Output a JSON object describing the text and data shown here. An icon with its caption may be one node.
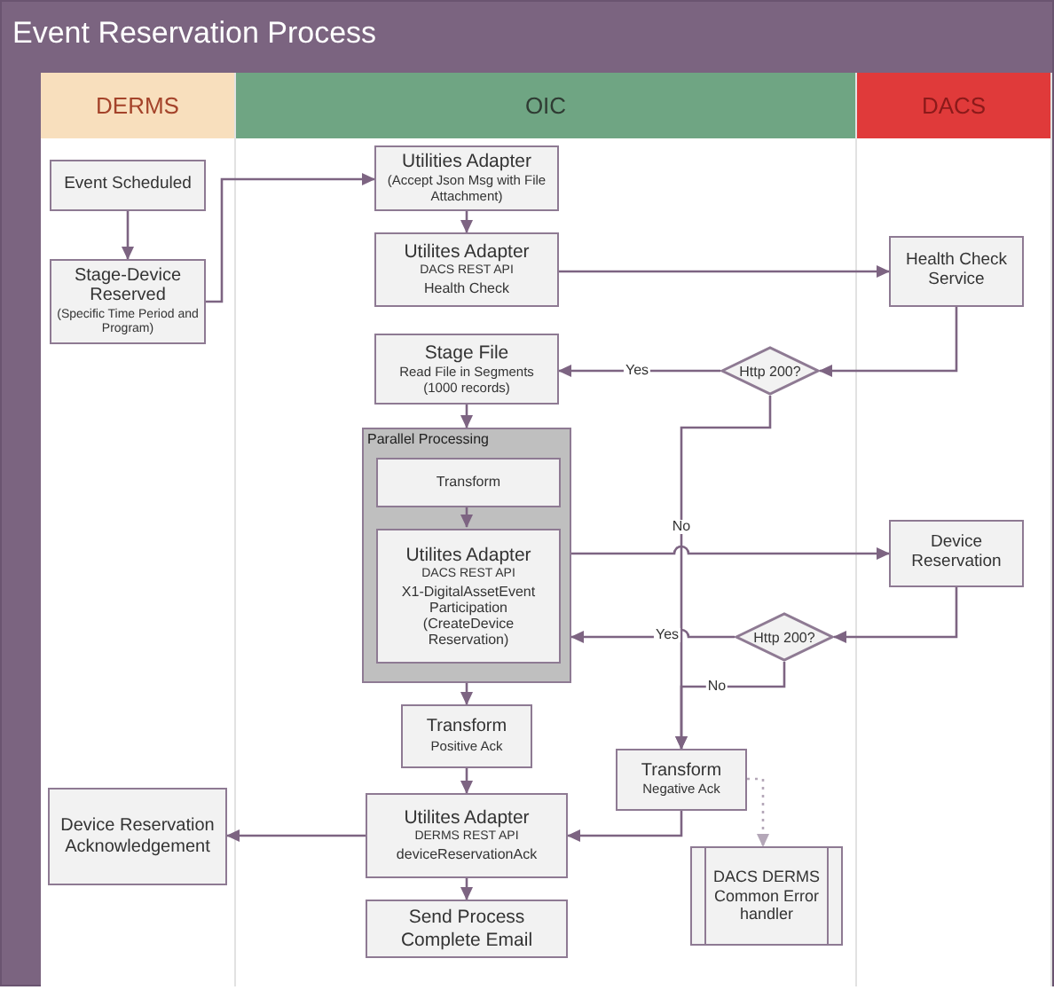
{
  "diagram": {
    "title": "Event Reservation Process",
    "nodes": [
      {
        "text": [
          "DERMS"
        ]
      },
      {
        "text": [
          "OIC"
        ]
      },
      {
        "text": [
          "DACS"
        ]
      },
      {
        "text": [
          "Event Scheduled"
        ],
        "in": 0
      },
      {
        "text": [
          "Stage-Device Reserved",
          "(Specific Time Period and Program)"
        ],
        "in": 0
      },
      {
        "text": [
          "Utilities Adapter",
          "(Accept Json Msg with File Attachment)"
        ],
        "in": 1
      },
      {
        "text": [
          "Utilites Adapter",
          "DACS REST API",
          "Health Check"
        ],
        "in": 1
      },
      {
        "text": [
          "Stage File",
          "Read File in Segments (1000 records)"
        ],
        "in": 1
      },
      {
        "text": [
          "Health Check Service"
        ],
        "in": 2
      },
      {
        "text": [
          "Http 200?"
        ],
        "in": 1
      },
      {
        "text": [
          "Parallel Processing"
        ],
        "in": 1
      },
      {
        "text": [
          "Transform"
        ],
        "in": 10
      },
      {
        "text": [
          "Utilites Adapter",
          "DACS REST API",
          "X1-DigitalAssetEvent Participation (CreateDevice Reservation)"
        ],
        "in": 10
      },
      {
        "text": [
          "Device Reservation"
        ],
        "in": 2
      },
      {
        "text": [
          "Http 200?"
        ],
        "in": 1
      },
      {
        "text": [
          "Transform",
          "Positive Ack"
        ],
        "in": 1
      },
      {
        "text": [
          "Transform",
          "Negative Ack"
        ],
        "in": 1
      },
      {
        "text": [
          "Utilites Adapter",
          "DERMS REST API",
          "deviceReservationAck"
        ],
        "in": 1
      },
      {
        "text": [
          "Device Reservation Acknowledgement"
        ],
        "in": 0
      },
      {
        "text": [
          "Send Process Complete Email"
        ],
        "in": 1
      },
      {
        "text": [
          "DACS DERMS Common Error handler"
        ],
        "in": 1
      }
    ],
    "edges": [
      {
        "from": 3,
        "to": 4,
        "arrow": "to"
      },
      {
        "from": 4,
        "to": 5,
        "arrow": "to"
      },
      {
        "from": 5,
        "to": 6,
        "arrow": "to"
      },
      {
        "from": 6,
        "to": 8,
        "arrow": "to"
      },
      {
        "from": 8,
        "to": 9,
        "arrow": "to"
      },
      {
        "from": 9,
        "to": 7,
        "arrow": "to",
        "label": "Yes"
      },
      {
        "from": 9,
        "to": 16,
        "arrow": "to",
        "label": "No"
      },
      {
        "from": 7,
        "to": 10,
        "arrow": "to"
      },
      {
        "from": 11,
        "to": 12,
        "arrow": "to"
      },
      {
        "from": 10,
        "to": 13,
        "arrow": "to"
      },
      {
        "from": 13,
        "to": 14,
        "arrow": "to"
      },
      {
        "from": 14,
        "to": 10,
        "arrow": "to",
        "label": "Yes"
      },
      {
        "from": 14,
        "to": 16,
        "arrow": "to",
        "label": "No"
      },
      {
        "from": 10,
        "to": 15,
        "arrow": "to"
      },
      {
        "from": 15,
        "to": 17,
        "arrow": "to"
      },
      {
        "from": 16,
        "to": 17,
        "arrow": "to"
      },
      {
        "from": 16,
        "to": 20,
        "arrow": "to",
        "style": "dashed",
        "color": "#b4a7b8"
      },
      {
        "from": 17,
        "to": 18,
        "arrow": "to"
      },
      {
        "from": 17,
        "to": 19,
        "arrow": "to"
      }
    ]
  }
}
